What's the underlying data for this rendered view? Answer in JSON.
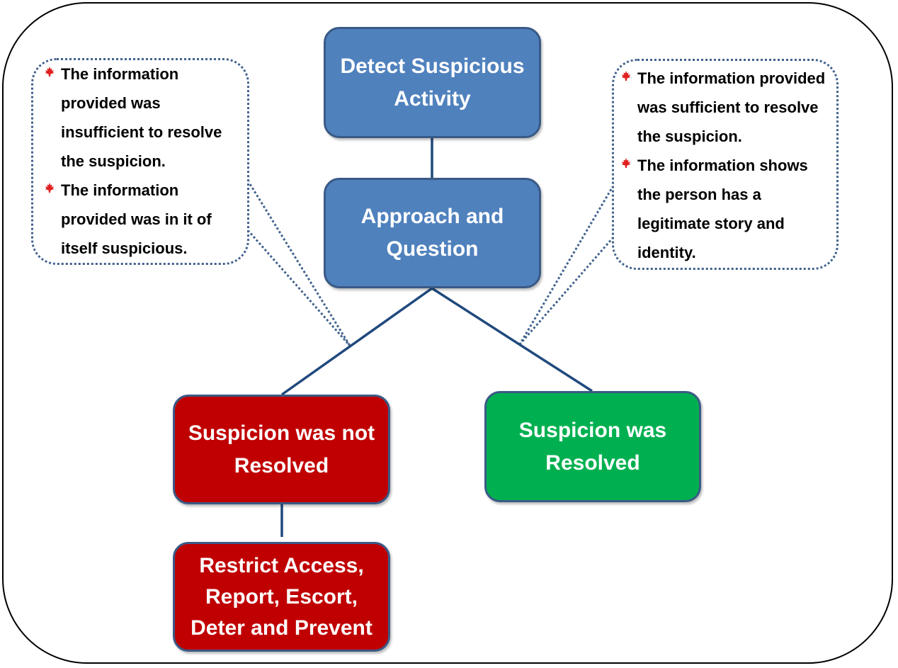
{
  "nodes": {
    "detect": "Detect  Suspicious\nActivity",
    "approach": "Approach and\nQuestion",
    "not_resolved": "Suspicion was not\nResolved",
    "resolved": "Suspicion was\nResolved",
    "restrict": "Restrict Access,\nReport, Escort,\nDeter and Prevent"
  },
  "callouts": {
    "left": [
      "The information provided was insufficient to resolve the suspicion.",
      "The information provided was in it of itself suspicious."
    ],
    "right": [
      "The information provided was sufficient to resolve the suspicion.",
      "The information shows the person has a legitimate story and identity."
    ]
  },
  "bullet_icon": "maple-leaf-icon",
  "colors": {
    "blue": "#4f81bd",
    "red": "#c00000",
    "green": "#00b050",
    "connector": "#1f497d",
    "callout_border": "#41628e",
    "bullet": "#e02020"
  }
}
